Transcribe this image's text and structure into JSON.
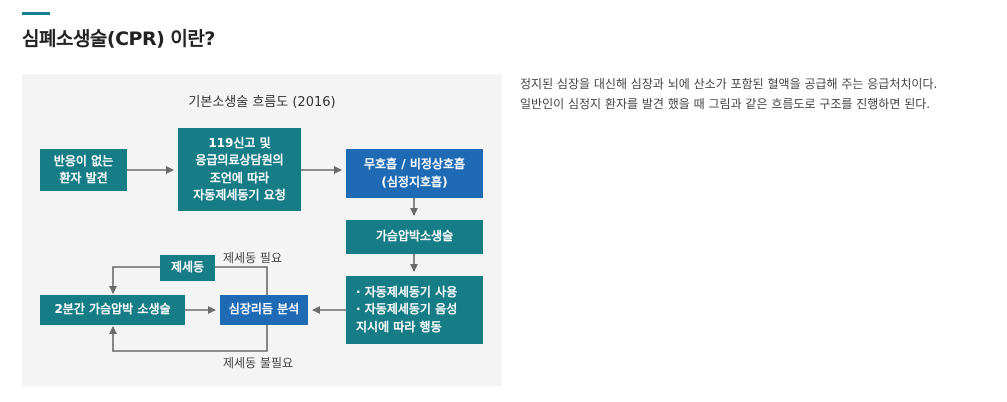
{
  "page": {
    "title": "심폐소생술(CPR) 이란?"
  },
  "diagram": {
    "title": "기본소생술 흐름도 (2016)",
    "nodes": {
      "unresponsive": "반응이 없는\n환자 발견",
      "call_119": "119신고 및\n응급의료상담원의\n조언에 따라\n자동제세동기 요청",
      "no_breathing": "무호흡 / 비정상호흡\n(심정지호흡)",
      "compression": "가슴압박소생술",
      "aed": "· 자동제세동기 사용\n· 자동제세동기 음성\n  지시에 따라 행동",
      "rhythm": "심장리듬 분석",
      "defib": "제세동",
      "two_min": "2분간 가슴압박 소생술"
    },
    "edge_labels": {
      "shock_needed": "제세동 필요",
      "no_shock_needed": "제세동 불필요"
    },
    "colors": {
      "teal": "#167c86",
      "blue": "#1e6ab5",
      "arrow": "#6b6b6b",
      "panel": "#f4f4f4"
    }
  },
  "description": {
    "paragraphs": [
      "정지된 심장을 대신해 심장과 뇌에 산소가 포함된 혈액을 공급해 주는 응급처치이다.",
      "일반인이 심정지 환자를 발견 했을 때 그림과 같은 흐름도로 구조를 진행하면 된다."
    ]
  }
}
